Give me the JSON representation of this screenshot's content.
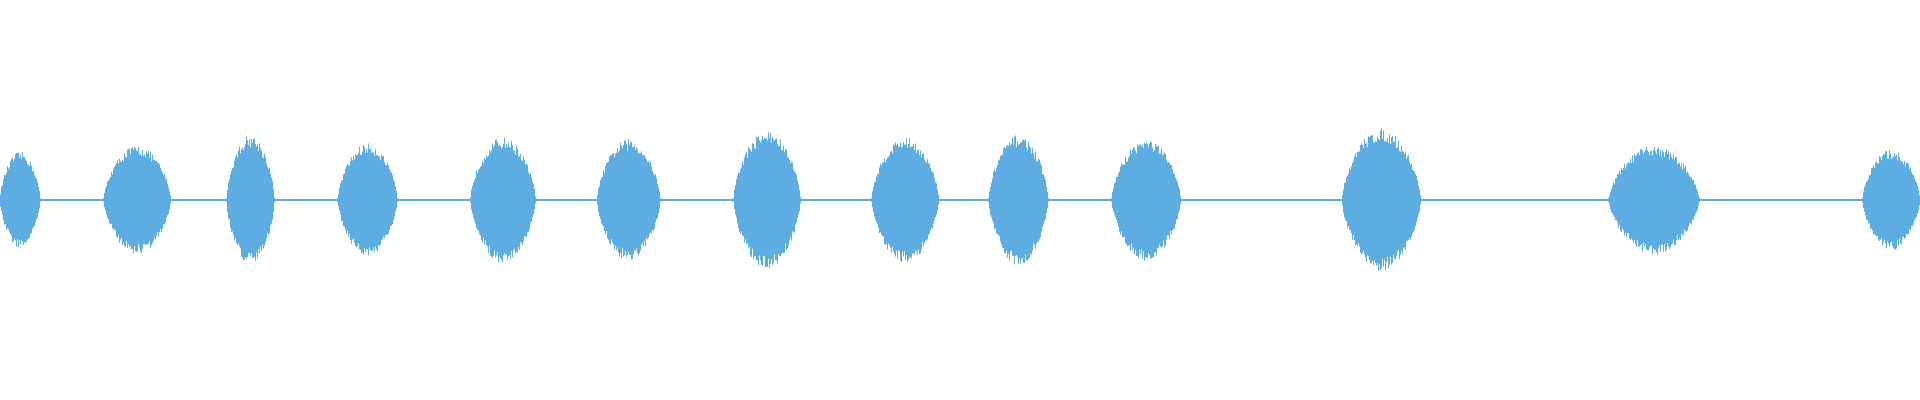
{
  "chart_data": {
    "type": "area",
    "title": "",
    "xlabel": "",
    "ylabel": "",
    "grid": false,
    "legend": "none",
    "color": "#5dade2",
    "background": "#ffffff",
    "xlim": [
      0,
      1
    ],
    "ylim": [
      -1,
      1
    ],
    "baseline_amplitude": 0.006,
    "bursts": [
      {
        "start": 0.0,
        "end": 0.021,
        "peak": 0.23
      },
      {
        "start": 0.054,
        "end": 0.089,
        "peak": 0.26
      },
      {
        "start": 0.118,
        "end": 0.143,
        "peak": 0.31
      },
      {
        "start": 0.176,
        "end": 0.207,
        "peak": 0.27
      },
      {
        "start": 0.245,
        "end": 0.279,
        "peak": 0.3
      },
      {
        "start": 0.311,
        "end": 0.344,
        "peak": 0.29
      },
      {
        "start": 0.382,
        "end": 0.417,
        "peak": 0.33
      },
      {
        "start": 0.454,
        "end": 0.489,
        "peak": 0.3
      },
      {
        "start": 0.515,
        "end": 0.546,
        "peak": 0.31
      },
      {
        "start": 0.579,
        "end": 0.615,
        "peak": 0.29
      },
      {
        "start": 0.699,
        "end": 0.74,
        "peak": 0.34
      },
      {
        "start": 0.838,
        "end": 0.885,
        "peak": 0.26
      },
      {
        "start": 0.97,
        "end": 1.0,
        "peak": 0.24
      }
    ]
  }
}
